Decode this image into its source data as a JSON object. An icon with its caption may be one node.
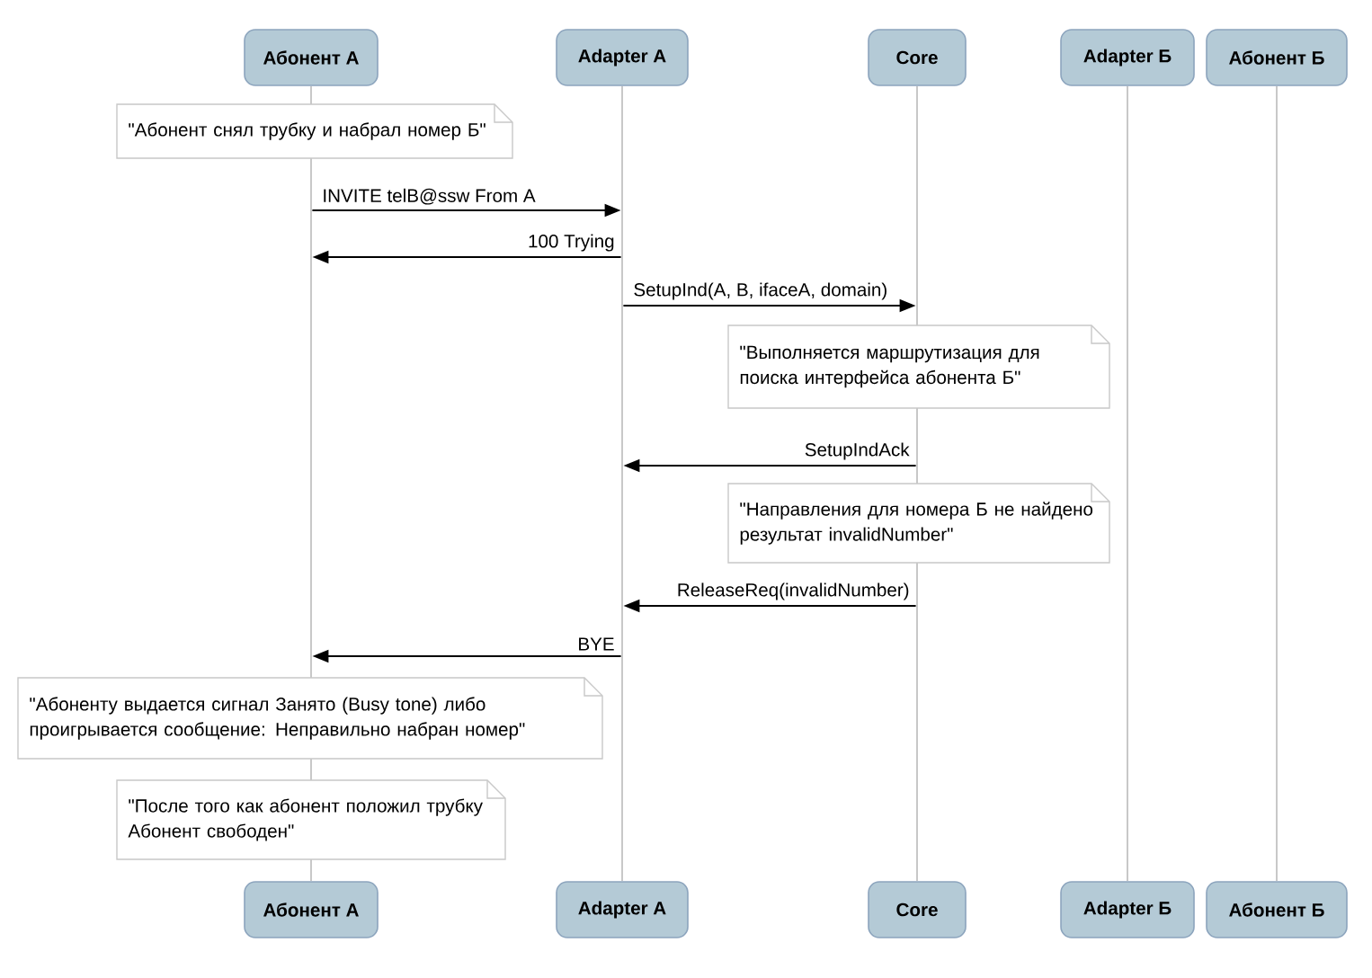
{
  "diagram": {
    "nodes": [
      {
        "text": [
          "Абонент А"
        ]
      },
      {
        "text": [
          "Adapter А"
        ]
      },
      {
        "text": [
          "Core"
        ]
      },
      {
        "text": [
          "Adapter Б"
        ]
      },
      {
        "text": [
          "Абонент Б"
        ]
      },
      {
        "text": [],
        "shape": "bar"
      },
      {
        "text": [],
        "shape": "bar"
      },
      {
        "text": [],
        "shape": "bar"
      },
      {
        "text": [],
        "shape": "bar"
      },
      {
        "text": [],
        "shape": "bar"
      },
      {
        "text": [
          "\"Абонент снял трубку и набрал номер Б\""
        ]
      },
      {
        "text": [
          "\"Выполняется маршрутизация для поиска интерфейса абонента Б\""
        ]
      },
      {
        "text": [
          "\"Направления для номера Б не найдено результат invalidNumber\""
        ]
      },
      {
        "text": [
          "\"Абоненту выдается сигнал Занято (Busy tone) либо проигрывается сообщение: Неправильно набран номер\""
        ]
      },
      {
        "text": [
          "\"После того как абонент положил трубку Абонент свободен\""
        ]
      },
      {
        "text": [
          "Абонент А"
        ]
      },
      {
        "text": [
          "Adapter А"
        ]
      },
      {
        "text": [
          "Core"
        ]
      },
      {
        "text": [
          "Adapter Б"
        ]
      },
      {
        "text": [
          "Абонент Б"
        ]
      }
    ],
    "edges": [
      {
        "from": 5,
        "to": 6,
        "arrow": "to",
        "label": "INVITE telB@ssw From A"
      },
      {
        "from": 6,
        "to": 5,
        "arrow": "to",
        "label": "100 Trying"
      },
      {
        "from": 6,
        "to": 7,
        "arrow": "to",
        "label": "SetupInd(A, B, ifaceA, domain)"
      },
      {
        "from": 7,
        "to": 6,
        "arrow": "to",
        "label": "SetupIndAck"
      },
      {
        "from": 7,
        "to": 6,
        "arrow": "to",
        "label": "ReleaseReq(invalidNumber)"
      },
      {
        "from": 6,
        "to": 5,
        "arrow": "to",
        "label": "BYE"
      }
    ]
  }
}
